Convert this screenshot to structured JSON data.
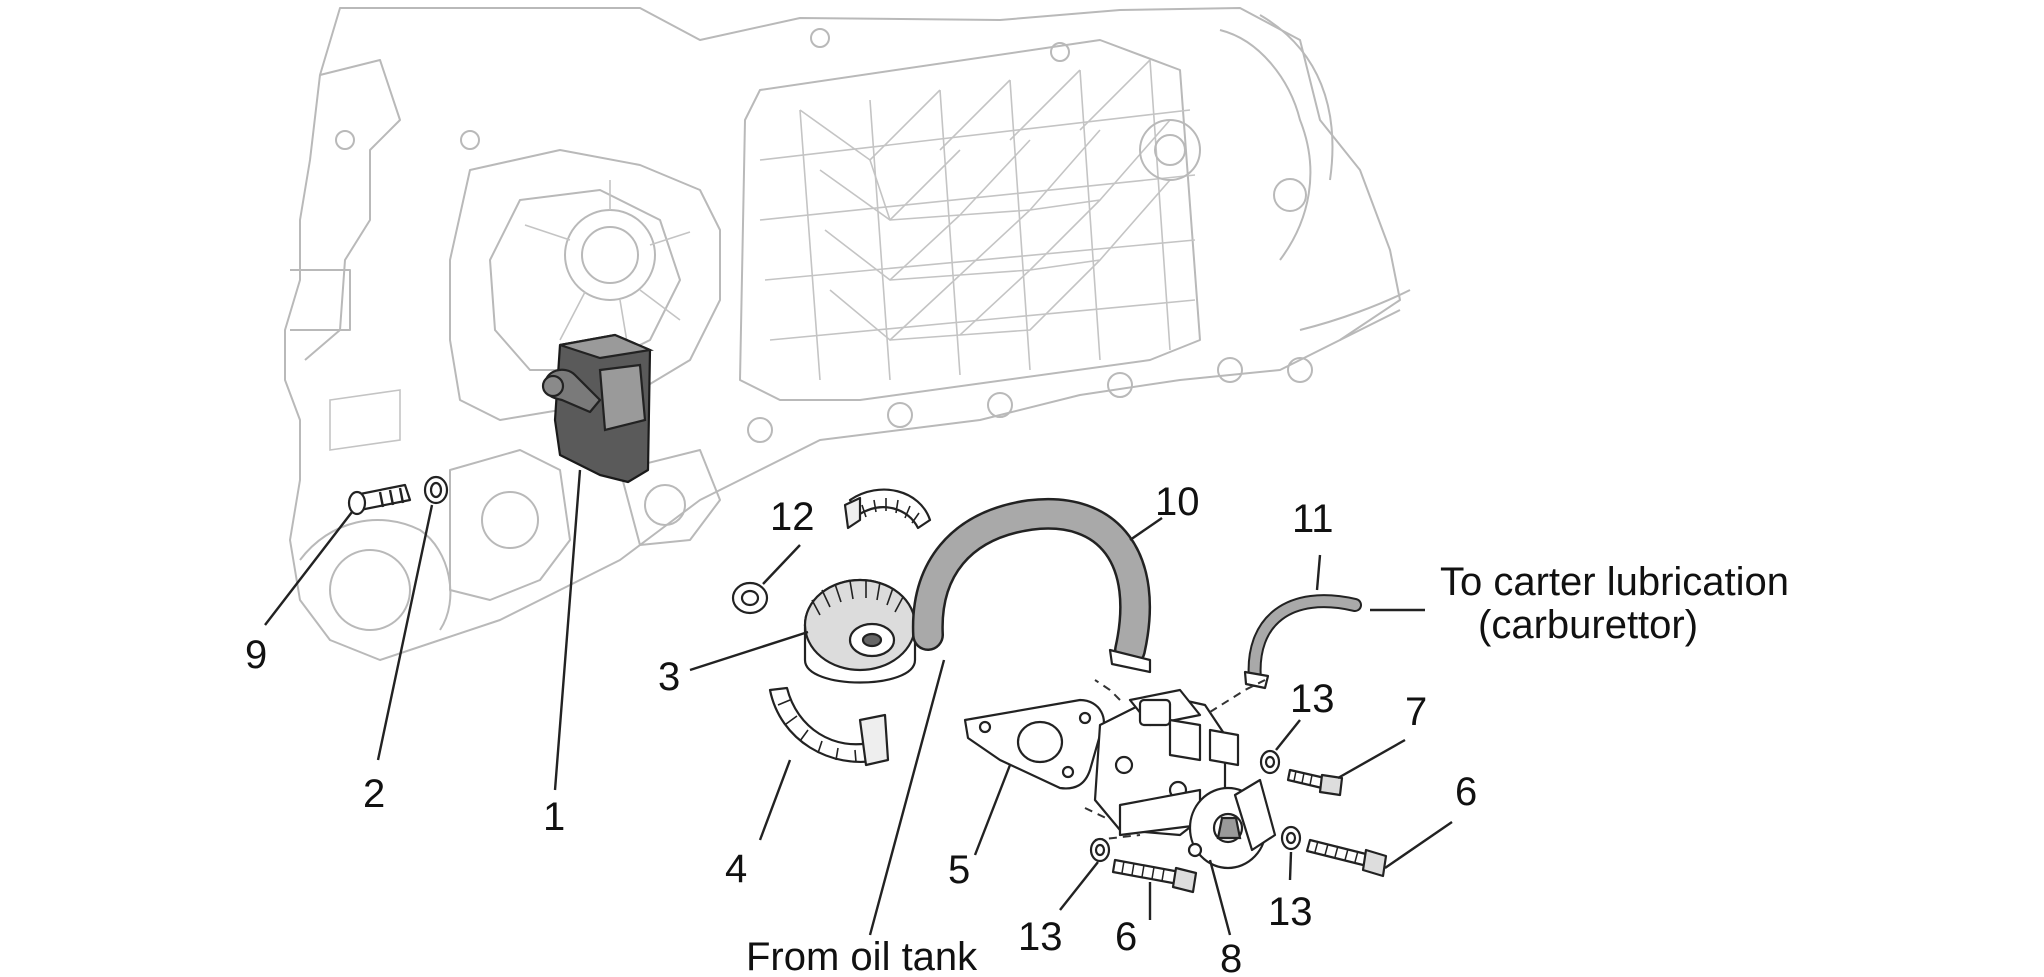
{
  "callouts": {
    "c1": "1",
    "c2": "2",
    "c3": "3",
    "c4": "4",
    "c5": "5",
    "c6a": "6",
    "c6b": "6",
    "c7": "7",
    "c8": "8",
    "c9": "9",
    "c10": "10",
    "c11": "11",
    "c12": "12",
    "c13a": "13",
    "c13b": "13",
    "c13c": "13"
  },
  "notes": {
    "to_carter_line1": "To carter lubrication",
    "to_carter_line2": "(carburettor)",
    "from_oil_tank": "From oil tank"
  },
  "colors": {
    "ghost_outline": "#b9b9b9",
    "part_outline": "#222222",
    "part_dark": "#5a5a5a",
    "label": "#111111"
  }
}
